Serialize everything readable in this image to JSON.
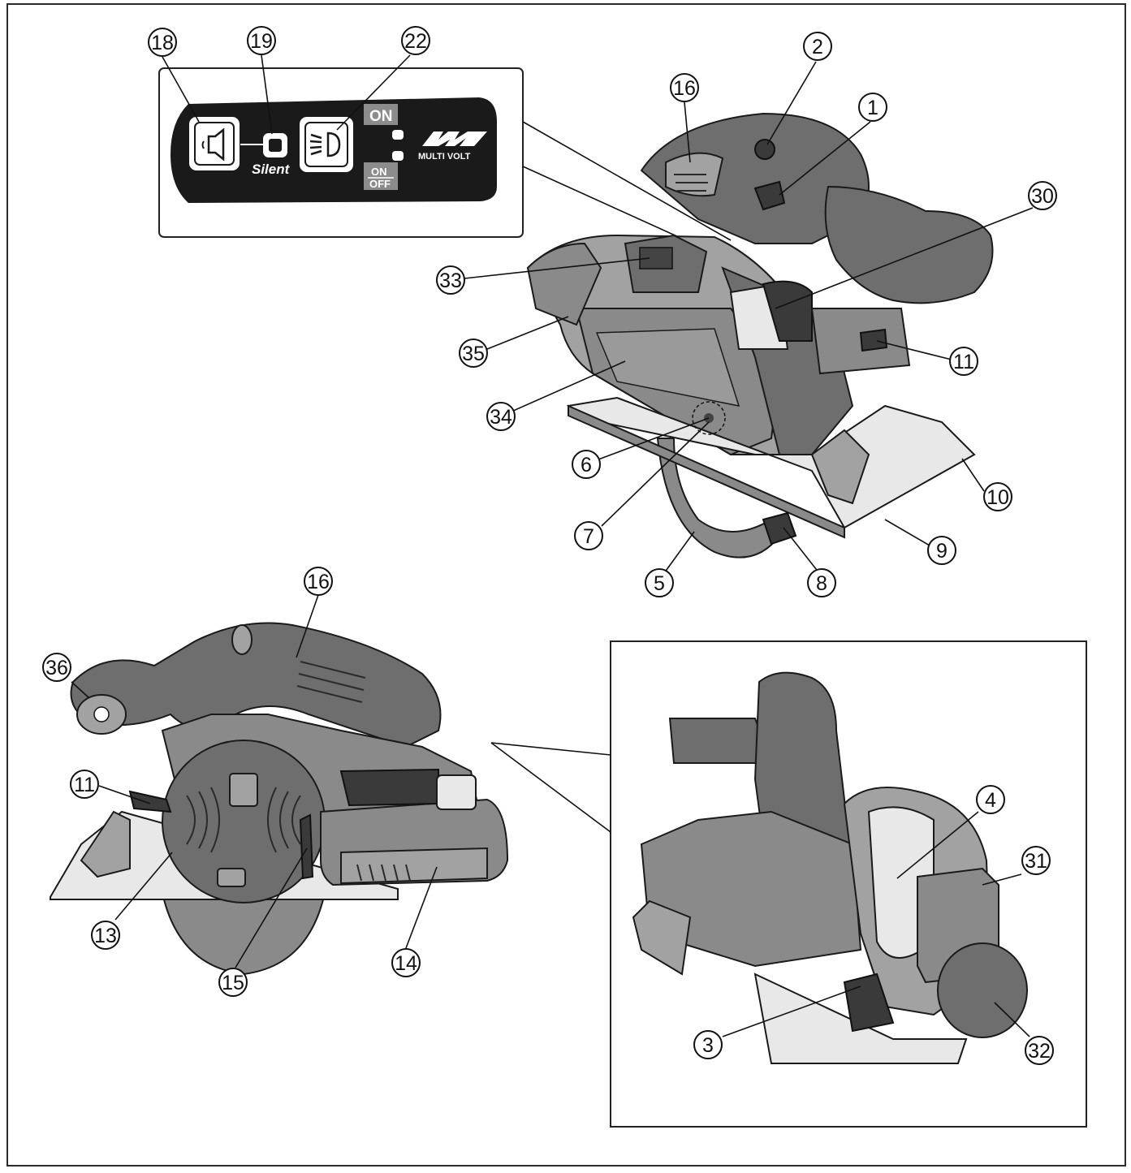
{
  "panel": {
    "on_label": "ON",
    "on_off_top": "ON",
    "on_off_bottom": "OFF",
    "silent_label": "Silent",
    "brand": "MULTI VOLT"
  },
  "callouts": {
    "c1": "1",
    "c2": "2",
    "c3": "3",
    "c4": "4",
    "c5": "5",
    "c6": "6",
    "c7": "7",
    "c8": "8",
    "c9": "9",
    "c10": "10",
    "c11": "11",
    "c13": "13",
    "c14": "14",
    "c15": "15",
    "c16": "16",
    "c18": "18",
    "c19": "19",
    "c22": "22",
    "c30": "30",
    "c31": "31",
    "c32": "32",
    "c33": "33",
    "c34": "34",
    "c35": "35",
    "c36": "36"
  },
  "colors": {
    "body_dark": "#6e6e6e",
    "body_mid": "#8a8a8a",
    "panel_black": "#1a1a1a"
  }
}
